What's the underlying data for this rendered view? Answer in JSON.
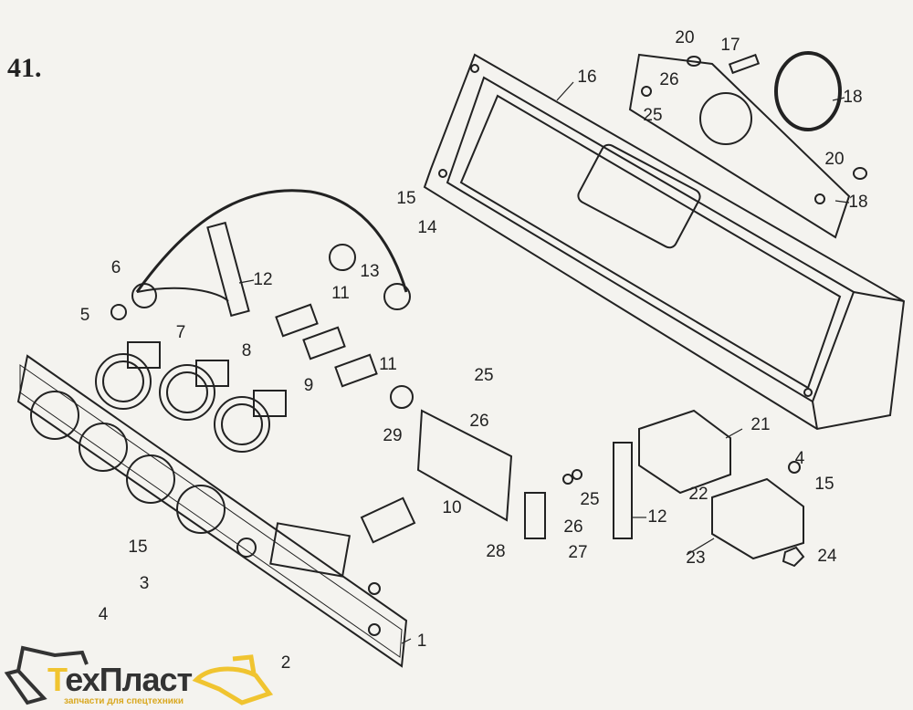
{
  "figure_number": "41.",
  "callouts": [
    "20",
    "17",
    "26",
    "25",
    "16",
    "18",
    "20",
    "18",
    "15",
    "14",
    "12",
    "13",
    "6",
    "5",
    "7",
    "11",
    "8",
    "11",
    "9",
    "25",
    "26",
    "29",
    "21",
    "4",
    "15",
    "22",
    "10",
    "25",
    "26",
    "12",
    "28",
    "27",
    "23",
    "24",
    "15",
    "3",
    "4",
    "1",
    "2"
  ],
  "logo": {
    "name_first": "Т",
    "name_rest": "ехПласт",
    "tagline": "запчасти для спецтехники",
    "colors": {
      "yellow": "#f0c430",
      "dark": "#333333"
    }
  }
}
